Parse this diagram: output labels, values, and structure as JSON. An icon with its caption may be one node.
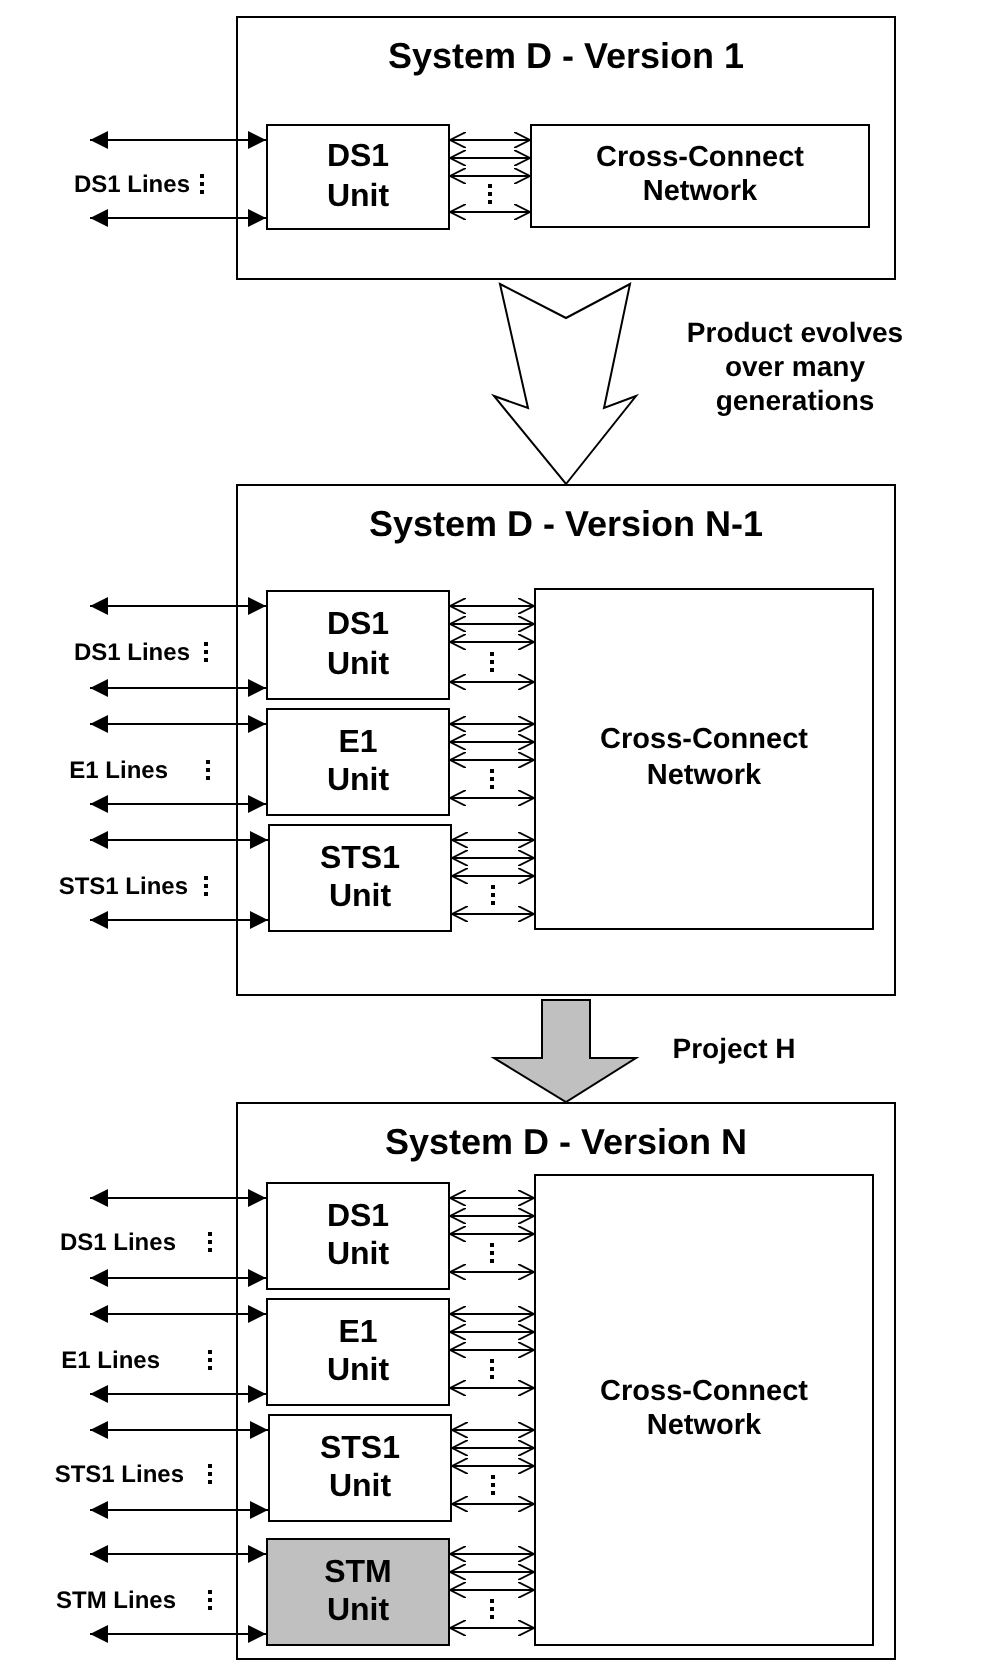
{
  "diagram": {
    "nodes": [
      {
        "text": [
          "System D - Version 1"
        ]
      },
      {
        "text": [
          "DS1 Unit"
        ],
        "in": 0
      },
      {
        "text": [
          "Cross-Connect Network"
        ],
        "in": 0
      },
      {
        "text": [
          "System D - Version N-1"
        ]
      },
      {
        "text": [
          "DS1 Unit"
        ],
        "in": 3
      },
      {
        "text": [
          "E1 Unit"
        ],
        "in": 3
      },
      {
        "text": [
          "STS1 Unit"
        ],
        "in": 3
      },
      {
        "text": [
          "Cross-Connect Network"
        ],
        "in": 3
      },
      {
        "text": [
          "System D - Version N"
        ]
      },
      {
        "text": [
          "DS1 Unit"
        ],
        "in": 8
      },
      {
        "text": [
          "E1 Unit"
        ],
        "in": 8
      },
      {
        "text": [
          "STS1 Unit"
        ],
        "in": 8
      },
      {
        "text": [
          "STM Unit"
        ],
        "in": 8
      },
      {
        "text": [
          "Cross-Connect Network"
        ],
        "in": 8
      },
      {
        "text": [
          "DS1 Lines"
        ]
      },
      {
        "text": [
          "DS1 Lines"
        ]
      },
      {
        "text": [
          "E1 Lines"
        ]
      },
      {
        "text": [
          "STS1 Lines"
        ]
      },
      {
        "text": [
          "DS1 Lines"
        ]
      },
      {
        "text": [
          "E1 Lines"
        ]
      },
      {
        "text": [
          "STS1 Lines"
        ]
      },
      {
        "text": [
          "STM Lines"
        ]
      }
    ],
    "edges": [
      {
        "from": 0,
        "to": 3,
        "arrow": "to",
        "label": "Product evolves over many generations"
      },
      {
        "from": 3,
        "to": 8,
        "arrow": "to",
        "label": "Project H",
        "color": "#c0c0c0"
      },
      {
        "from": 14,
        "to": 1,
        "arrow": "both"
      },
      {
        "from": 14,
        "to": 1,
        "arrow": "both"
      },
      {
        "from": 1,
        "to": 2,
        "arrow": "both"
      },
      {
        "from": 1,
        "to": 2,
        "arrow": "both"
      },
      {
        "from": 1,
        "to": 2,
        "arrow": "both"
      },
      {
        "from": 1,
        "to": 2,
        "arrow": "both"
      },
      {
        "from": 15,
        "to": 4,
        "arrow": "both"
      },
      {
        "from": 15,
        "to": 4,
        "arrow": "both"
      },
      {
        "from": 4,
        "to": 7,
        "arrow": "both"
      },
      {
        "from": 4,
        "to": 7,
        "arrow": "both"
      },
      {
        "from": 4,
        "to": 7,
        "arrow": "both"
      },
      {
        "from": 4,
        "to": 7,
        "arrow": "both"
      },
      {
        "from": 16,
        "to": 5,
        "arrow": "both"
      },
      {
        "from": 16,
        "to": 5,
        "arrow": "both"
      },
      {
        "from": 5,
        "to": 7,
        "arrow": "both"
      },
      {
        "from": 5,
        "to": 7,
        "arrow": "both"
      },
      {
        "from": 5,
        "to": 7,
        "arrow": "both"
      },
      {
        "from": 5,
        "to": 7,
        "arrow": "both"
      },
      {
        "from": 17,
        "to": 6,
        "arrow": "both"
      },
      {
        "from": 17,
        "to": 6,
        "arrow": "both"
      },
      {
        "from": 6,
        "to": 7,
        "arrow": "both"
      },
      {
        "from": 6,
        "to": 7,
        "arrow": "both"
      },
      {
        "from": 6,
        "to": 7,
        "arrow": "both"
      },
      {
        "from": 6,
        "to": 7,
        "arrow": "both"
      },
      {
        "from": 18,
        "to": 9,
        "arrow": "both"
      },
      {
        "from": 18,
        "to": 9,
        "arrow": "both"
      },
      {
        "from": 9,
        "to": 13,
        "arrow": "both"
      },
      {
        "from": 9,
        "to": 13,
        "arrow": "both"
      },
      {
        "from": 9,
        "to": 13,
        "arrow": "both"
      },
      {
        "from": 9,
        "to": 13,
        "arrow": "both"
      },
      {
        "from": 19,
        "to": 10,
        "arrow": "both"
      },
      {
        "from": 19,
        "to": 10,
        "arrow": "both"
      },
      {
        "from": 10,
        "to": 13,
        "arrow": "both"
      },
      {
        "from": 10,
        "to": 13,
        "arrow": "both"
      },
      {
        "from": 10,
        "to": 13,
        "arrow": "both"
      },
      {
        "from": 10,
        "to": 13,
        "arrow": "both"
      },
      {
        "from": 20,
        "to": 11,
        "arrow": "both"
      },
      {
        "from": 20,
        "to": 11,
        "arrow": "both"
      },
      {
        "from": 11,
        "to": 13,
        "arrow": "both"
      },
      {
        "from": 11,
        "to": 13,
        "arrow": "both"
      },
      {
        "from": 11,
        "to": 13,
        "arrow": "both"
      },
      {
        "from": 11,
        "to": 13,
        "arrow": "both"
      },
      {
        "from": 21,
        "to": 12,
        "arrow": "both"
      },
      {
        "from": 21,
        "to": 12,
        "arrow": "both"
      },
      {
        "from": 12,
        "to": 13,
        "arrow": "both"
      },
      {
        "from": 12,
        "to": 13,
        "arrow": "both"
      },
      {
        "from": 12,
        "to": 13,
        "arrow": "both"
      },
      {
        "from": 12,
        "to": 13,
        "arrow": "both"
      }
    ]
  }
}
